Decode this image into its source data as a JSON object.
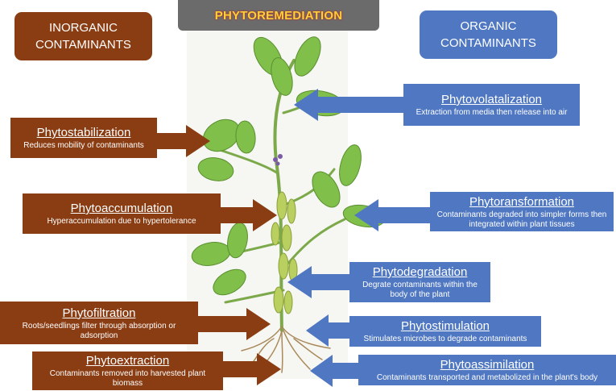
{
  "header": {
    "title": "PHYTOREMEDIATION",
    "left_line1": "INORGANIC",
    "left_line2": "CONTAMINANTS",
    "right_line1": "ORGANIC",
    "right_line2": "CONTAMINANTS"
  },
  "colors": {
    "brown": "#8a3c12",
    "blue": "#4f77c2",
    "title_bg": "#6b6b6b",
    "title_text": "#f7d23a"
  },
  "inorganic": [
    {
      "name": "Phytostabilization",
      "desc": "Reduces mobility of contaminants"
    },
    {
      "name": "Phytoaccumulation",
      "desc": "Hyperaccumulation due to hypertolerance"
    },
    {
      "name": "Phytofiltration",
      "desc": "Roots/seedlings filter through absorption or adsorption"
    },
    {
      "name": "Phytoextraction",
      "desc": "Contaminants removed into harvested plant biomass"
    }
  ],
  "organic": [
    {
      "name": "Phytovolatalization",
      "desc": "Extraction from media then release into air"
    },
    {
      "name": "Phytoransformation",
      "desc": "Contaminants degraded into simpler forms then integrated within plant tissues"
    },
    {
      "name": "Phytodegradation",
      "desc": "Degrate contaminants within the body of the plant"
    },
    {
      "name": "Phytostimulation",
      "desc": "Stimulates microbes to degrade contaminants"
    },
    {
      "name": "Phytoassimilation",
      "desc": "Contaminants transported and metabolized in the plant's body"
    }
  ]
}
